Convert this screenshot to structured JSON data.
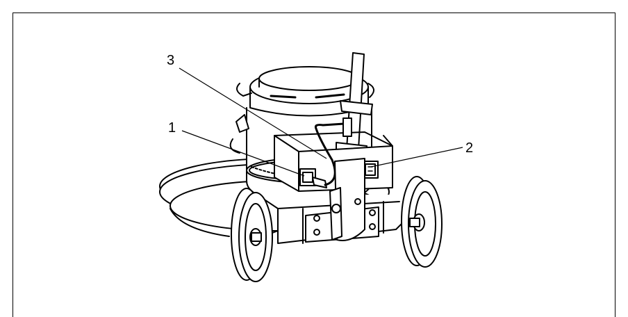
{
  "figure": {
    "callouts": [
      {
        "id": "1",
        "label": "1"
      },
      {
        "id": "2",
        "label": "2"
      },
      {
        "id": "3",
        "label": "3"
      }
    ]
  }
}
